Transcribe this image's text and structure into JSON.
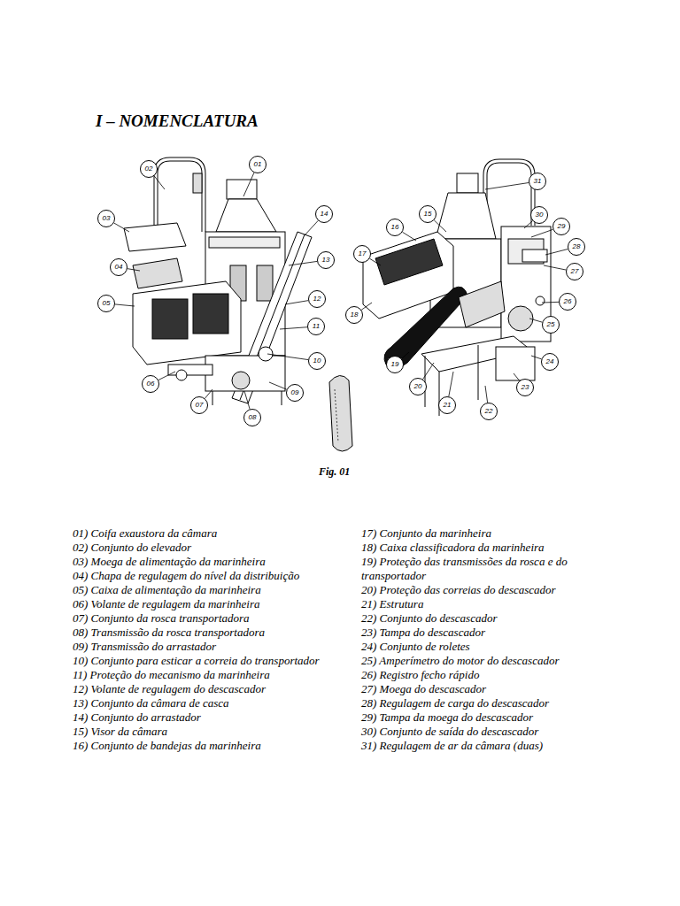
{
  "diagram": {
    "title": "I – NOMENCLATURA",
    "caption": "Fig. 01",
    "nodes": [
      {
        "text": [
          "01"
        ]
      },
      {
        "text": [
          "02"
        ]
      },
      {
        "text": [
          "03"
        ]
      },
      {
        "text": [
          "04"
        ]
      },
      {
        "text": [
          "05"
        ]
      },
      {
        "text": [
          "06"
        ]
      },
      {
        "text": [
          "07"
        ]
      },
      {
        "text": [
          "08"
        ]
      },
      {
        "text": [
          "09"
        ]
      },
      {
        "text": [
          "10"
        ]
      },
      {
        "text": [
          "11"
        ]
      },
      {
        "text": [
          "12"
        ]
      },
      {
        "text": [
          "13"
        ]
      },
      {
        "text": [
          "14"
        ]
      },
      {
        "text": [
          "15"
        ]
      },
      {
        "text": [
          "16"
        ]
      },
      {
        "text": [
          "17"
        ]
      },
      {
        "text": [
          "18"
        ]
      },
      {
        "text": [
          "19"
        ]
      },
      {
        "text": [
          "20"
        ]
      },
      {
        "text": [
          "21"
        ]
      },
      {
        "text": [
          "22"
        ]
      },
      {
        "text": [
          "23"
        ]
      },
      {
        "text": [
          "24"
        ]
      },
      {
        "text": [
          "25"
        ]
      },
      {
        "text": [
          "26"
        ]
      },
      {
        "text": [
          "27"
        ]
      },
      {
        "text": [
          "28"
        ]
      },
      {
        "text": [
          "29"
        ]
      },
      {
        "text": [
          "30"
        ]
      },
      {
        "text": [
          "31"
        ]
      }
    ],
    "labels": [
      "01) Coifa exaustora da câmara",
      "02) Conjunto do elevador",
      "03) Moega de alimentação da marinheira",
      "04) Chapa de regulagem do nível da distribuição",
      "05) Caixa de alimentação da marinheira",
      "06) Volante de regulagem da marinheira",
      "07) Conjunto da rosca transportadora",
      "08) Transmissão da rosca transportadora",
      "09) Transmissão do arrastador",
      "10) Conjunto para esticar a correia do transportador",
      "11) Proteção do mecanismo da marinheira",
      "12) Volante de regulagem do descascador",
      "13) Conjunto da câmara de casca",
      "14) Conjunto do arrastador",
      "15) Visor da câmara",
      "16) Conjunto de bandejas da marinheira",
      "17) Conjunto da marinheira",
      "18) Caixa classificadora da marinheira",
      "19) Proteção das transmissões da rosca e do transportador",
      "20) Proteção das correias do descascador",
      "21) Estrutura",
      "22) Conjunto do descascador",
      "23) Tampa do descascador",
      "24) Conjunto de roletes",
      "25) Amperímetro do motor do descascador",
      "26) Registro fecho rápido",
      "27) Moega do descascador",
      "28) Regulagem de carga do descascador",
      "29) Tampa da moega do descascador",
      "30) Conjunto de saída do descascador",
      "31) Regulagem de ar da câmara (duas)"
    ]
  }
}
